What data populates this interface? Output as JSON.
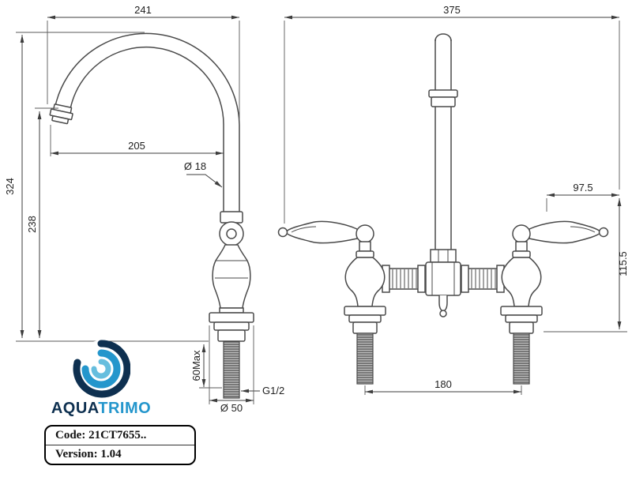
{
  "side_view": {
    "dims": {
      "overall_width": "241",
      "spout_reach": "205",
      "spout_diameter": "Ø 18",
      "overall_height": "324",
      "spout_height": "238",
      "max_deck": "60Max",
      "thread_size": "G1/2",
      "base_diameter": "Ø 50"
    }
  },
  "front_view": {
    "dims": {
      "overall_width": "375",
      "handle_projection": "97.5",
      "body_height": "115.5",
      "inlet_centres": "180"
    }
  },
  "logo": {
    "aqua": "AQUA",
    "trimo": "TRIMO",
    "color_dark": "#0e3050",
    "color_mid": "#2496cc",
    "color_light": "#66bede"
  },
  "title_block": {
    "code_label": "Code:",
    "code_value": "21CT7655..",
    "version_label": "Version:",
    "version_value": "1.04"
  }
}
